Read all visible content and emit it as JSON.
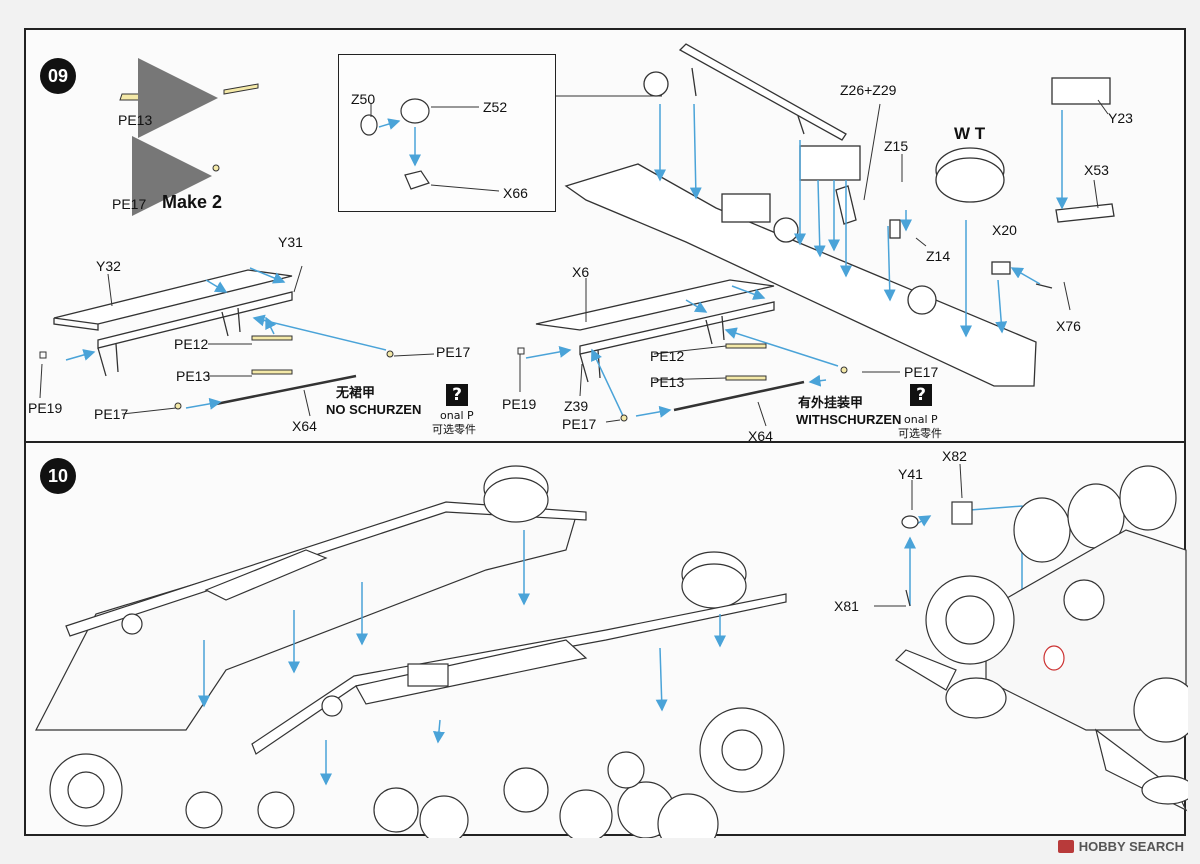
{
  "steps": {
    "step9": {
      "number": "09",
      "make": "Make 2",
      "inset_labels": [
        "Z50",
        "Z52",
        "X66"
      ],
      "labels": {
        "pe13_top": "PE13",
        "pe17_top": "PE17",
        "z26z29": "Z26+Z29",
        "wt": "W T",
        "z15": "Z15",
        "z14": "Z14",
        "y23": "Y23",
        "x53": "X53",
        "x20": "X20",
        "x76": "X76",
        "y32": "Y32",
        "y31": "Y31",
        "pe12_left": "PE12",
        "pe13_left": "PE13",
        "pe17_left_mid": "PE17",
        "pe19_left": "PE19",
        "pe17_left_bottom": "PE17",
        "x64_left": "X64",
        "x6": "X6",
        "pe12_mid": "PE12",
        "pe13_mid": "PE13",
        "pe17_mid_right": "PE17",
        "pe19_mid": "PE19",
        "z39": "Z39",
        "pe17_mid_bottom": "PE17",
        "x64_mid": "X64"
      },
      "option_left": {
        "cn": "无裙甲",
        "en": "NO SCHURZEN",
        "tag": "onal P",
        "tag_cn": "可选零件",
        "icon": "?"
      },
      "option_right": {
        "cn": "有外挂装甲",
        "en": "WITHSCHURZEN",
        "tag": "onal P",
        "tag_cn": "可选零件",
        "icon": "?"
      }
    },
    "step10": {
      "number": "10",
      "labels": {
        "y41": "Y41",
        "x82": "X82",
        "x81": "X81"
      }
    }
  },
  "watermark": {
    "text": "HOBBY SEARCH",
    "icon": "hobby-search-logo-icon"
  },
  "colors": {
    "arrow": "#4aa3d8",
    "line": "#333333",
    "badge": "#111111"
  }
}
